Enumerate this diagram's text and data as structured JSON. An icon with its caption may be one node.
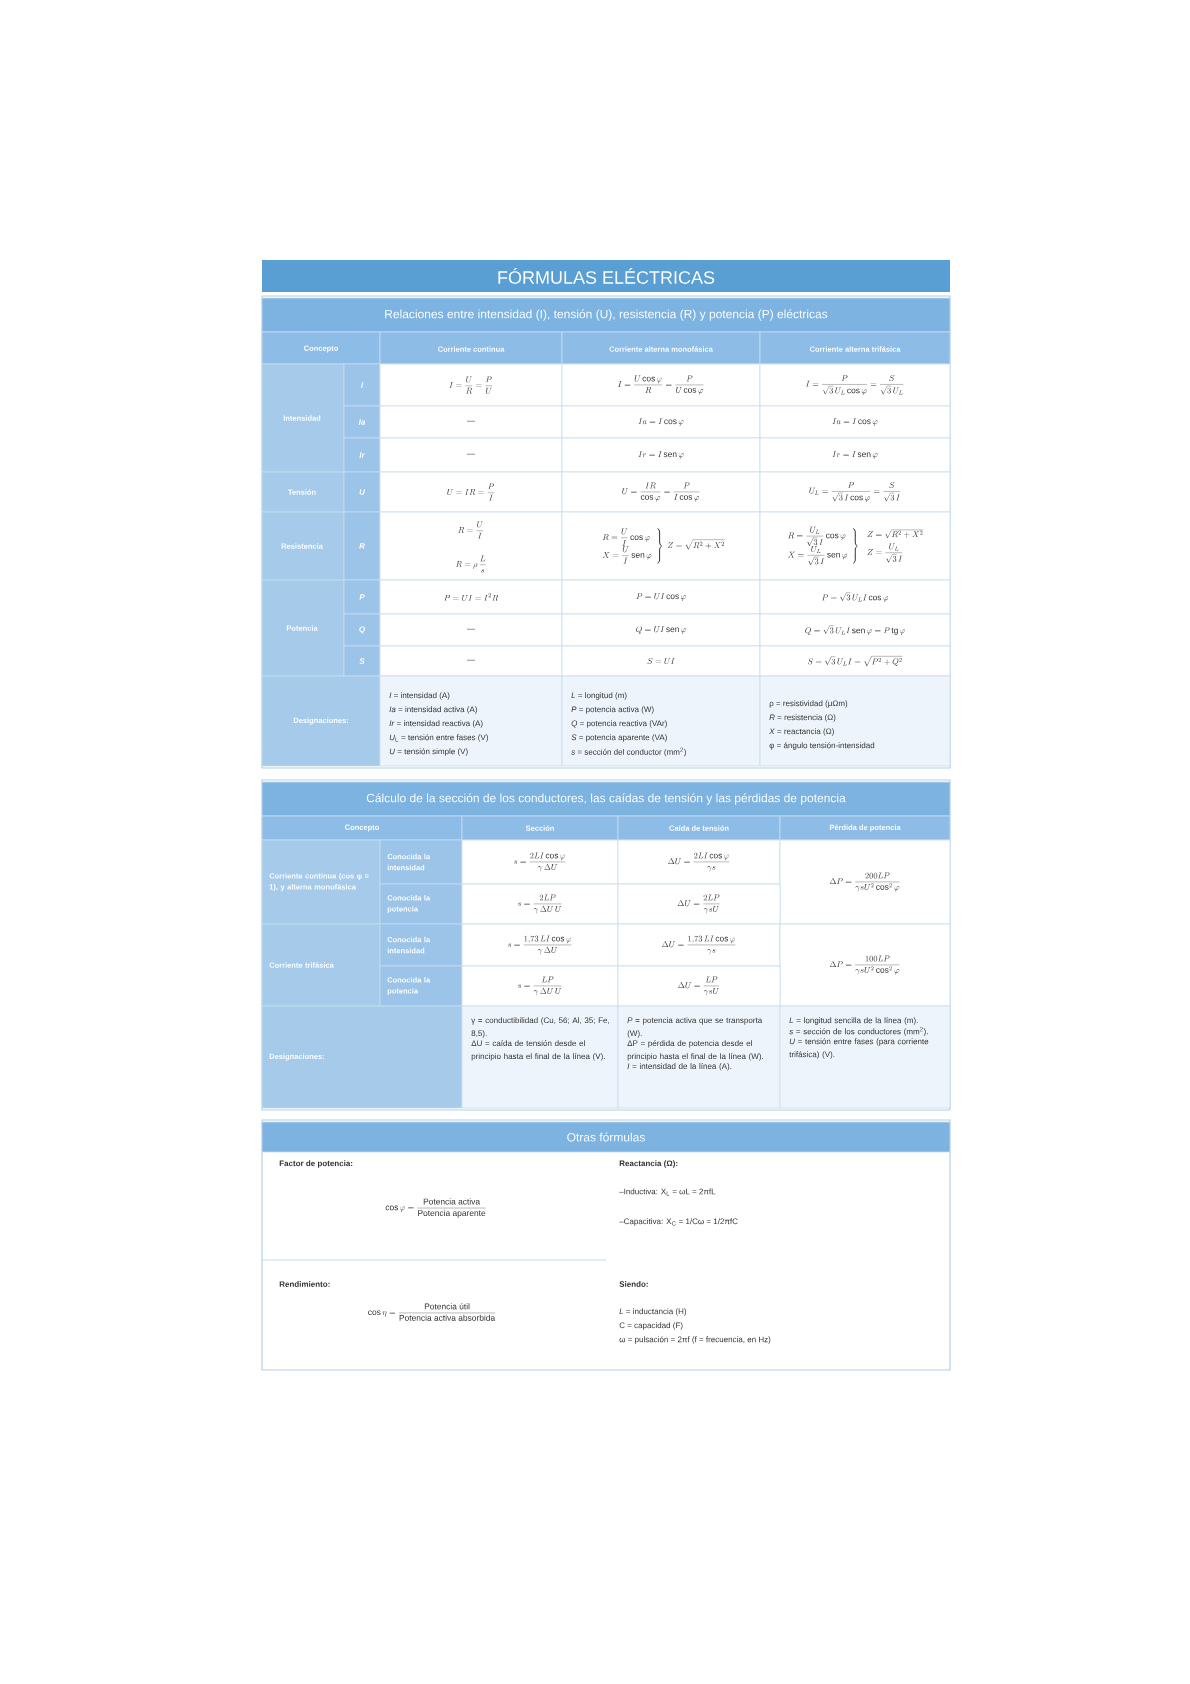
{
  "diagram": {
    "title": "FÓRMULAS ELÉCTRICAS",
    "labels": [
      "Relaciones entre intensidad (I), tensión (U), resistencia (R) y potencia (P) eléctricas",
      "Concepto",
      "Corriente continua",
      "Corriente alterna monofásica",
      "Corriente alterna trifásica",
      "Intensidad",
      "I",
      "I = \\frac{U}{R} = \\frac{P}{U}",
      "I = \\frac{U\\cos\\varphi}{R} = \\frac{P}{U\\cos\\varphi}",
      "I = \\frac{P}{\\sqrt{3}\\,U_L\\cos\\varphi} = \\frac{S}{\\sqrt{3}\\,U_L}",
      "Ia",
      "—",
      "Ia = I\\cos\\varphi",
      "Ia = I\\cos\\varphi",
      "Ir",
      "—",
      "Ir = I\\,\\mathrm{sen}\\,\\varphi",
      "Ir = I\\,\\mathrm{sen}\\,\\varphi",
      "Tensión",
      "U",
      "U = IR = \\frac{P}{I}",
      "U = \\frac{IR}{\\cos\\varphi} = \\frac{P}{I\\cos\\varphi}",
      "U_L = \\frac{P}{\\sqrt{3}\\,I\\cos\\varphi} = \\frac{S}{\\sqrt{3}\\,I}",
      "Resistencia",
      "R",
      "R = \\frac{U}{I}",
      "R = \\rho\\,\\frac{L}{s}",
      "\\left.\\begin{array}{l}R = \\dfrac{U}{I}\\cos\\varphi\\\\[4pt] X = \\dfrac{U}{I}\\,\\mathrm{sen}\\,\\varphi\\end{array}\\right\\}\\; Z = \\sqrt{R^2+X^2}",
      "\\left.\\begin{array}{l}R = \\dfrac{U_L}{\\sqrt{3}\\,I}\\cos\\varphi\\\\[4pt] X = \\dfrac{U_L}{\\sqrt{3}\\,I}\\,\\mathrm{sen}\\,\\varphi\\end{array}\\right\\}\\;\\begin{array}{l}Z = \\sqrt{R^2+X^2}\\\\[4pt] Z = \\dfrac{U_L}{\\sqrt{3}\\,I}\\end{array}",
      "Potencia",
      "P",
      "P = UI = I^2R",
      "P = UI\\cos\\varphi",
      "P = \\sqrt{3}\\,U_L I\\cos\\varphi",
      "Q",
      "—",
      "Q = UI\\,\\mathrm{sen}\\,\\varphi",
      "Q = \\sqrt{3}\\,U_L I\\,\\mathrm{sen}\\,\\varphi = P\\,\\mathrm{tg}\\,\\varphi",
      "S",
      "—",
      "S = UI",
      "S = \\sqrt{3}\\,U_L I = \\sqrt{P^2+Q^2}",
      "Designaciones:",
      "*I* = intensidad (A)",
      "*Ia* = intensidad activa (A)",
      "*Ir* = intensidad reactiva (A)",
      "*U*$_{L}$ = tensión entre fases (V)",
      "*U* = tensión simple (V)",
      "*L* = longitud (m)",
      "*P* = potencia activa (W)",
      "*Q* = potencia reactiva (VAr)",
      "*S* = potencia aparente (VA)",
      "*s* = sección del conductor (mm$^{2}$)",
      "ρ = resistividad (μΩm)",
      "*R* = resistencia (Ω)",
      "*X* = reactancia (Ω)",
      "φ = ángulo tensión-intensidad",
      "Cálculo de la sección de los conductores, las caídas de tensión y las pérdidas de potencia",
      "Concepto",
      "Sección",
      "Caída de tensión",
      "Pérdida de potencia",
      "Corriente continua (cos φ = 1), y alterna monofásica",
      "Conocida la intensidad",
      "s = \\frac{2LI\\cos\\varphi}{\\gamma\\,\\Delta U}",
      "\\Delta U = \\frac{2LI\\cos\\varphi}{\\gamma s}",
      "\\Delta P = \\frac{200LP}{\\gamma s U^2\\cos^2\\varphi}",
      "Conocida la potencia",
      "s = \\frac{2LP}{\\gamma\\,\\Delta U\\,U}",
      "\\Delta U = \\frac{2LP}{\\gamma s U}",
      "Corriente trifásica",
      "Conocida la intensidad",
      "s = \\frac{1{,}73\\,LI\\cos\\varphi}{\\gamma\\,\\Delta U}",
      "\\Delta U = \\frac{1{,}73\\,LI\\cos\\varphi}{\\gamma s}",
      "\\Delta P = \\frac{100LP}{\\gamma s U^2\\cos^2\\varphi}",
      "Conocida la potencia",
      "s = \\frac{LP}{\\gamma\\,\\Delta U\\,U}",
      "\\Delta U = \\frac{LP}{\\gamma s U}",
      "Designaciones:",
      "γ = conductibilidad (Cu, 56; Al, 35; Fe, 8,5).",
      "ΔU = caída de tensión desde el principio hasta el final de la línea (V).",
      "*P* = potencia activa que se transporta (W).",
      "ΔP = pérdida de potencia desde el principio hasta el final de la línea (W).",
      "*I* = intensidad de la línea (A).",
      "*L* = longitud sencilla de la línea (m).",
      "*s* = sección de los conductores (mm$^{2}$).",
      "*U* = tensión entre fases (para corriente trifásica) (V).",
      "Otras fórmulas",
      "Factor de potencia:",
      "\\cos\\varphi = \\frac{\\mbox{Potencia activa}}{\\mbox{Potencia aparente}}",
      "Reactancia (Ω):",
      "–Inductiva: X$_{L}$ = ωL = 2πfL",
      "–Capacitiva: X$_{C}$ = 1/Cω = 1/2πfC",
      "Rendimiento:",
      "\\cos\\eta = \\frac{\\mbox{Potencia útil}}{\\mbox{Potencia activa absorbida}}",
      "Siendo:",
      "*L* = inductancia (H)",
      "C = capacidad (F)",
      "ω = pulsación = 2πf (f = frecuencia, en Hz)"
    ]
  }
}
